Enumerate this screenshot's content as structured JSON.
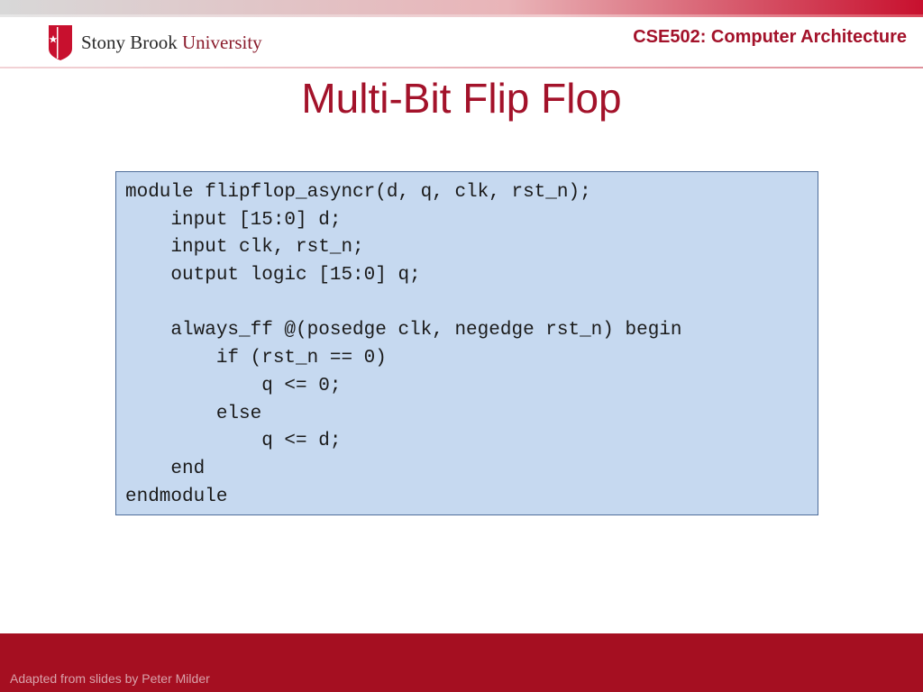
{
  "header": {
    "logo_name": "Stony Brook",
    "logo_university": "University",
    "course_title": "CSE502: Computer Architecture"
  },
  "slide": {
    "title": "Multi-Bit Flip Flop",
    "code_lines": [
      "module flipflop_asyncr(d, q, clk, rst_n);",
      "    input [15:0] d;",
      "    input clk, rst_n;",
      "    output logic [15:0] q;",
      "",
      "    always_ff @(posedge clk, negedge rst_n) begin",
      "        if (rst_n == 0)",
      "            q <= 0;",
      "        else",
      "            q <= d;",
      "    end",
      "endmodule"
    ]
  },
  "footer": {
    "text": "Adapted from slides by Peter Milder"
  },
  "icons": {
    "logo": "star-shield-icon"
  },
  "colors": {
    "brand_red": "#a3122a",
    "band_red": "#a50f21",
    "code_bg": "#c6d9f0"
  }
}
